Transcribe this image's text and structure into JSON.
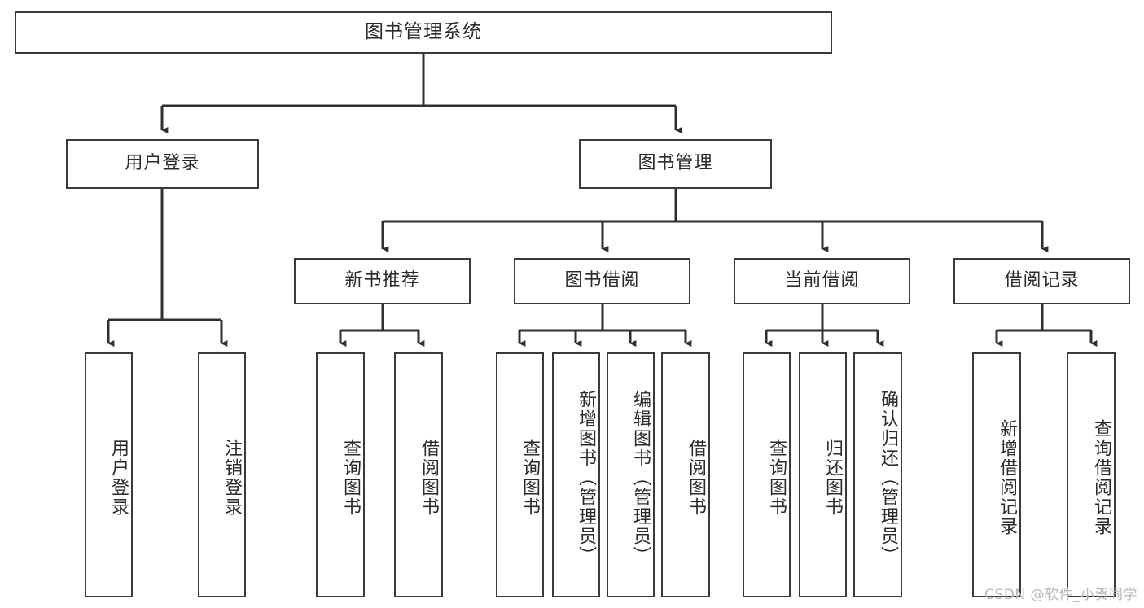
{
  "diagram": {
    "type": "tree-hierarchy",
    "title": "图书管理系统",
    "root": {
      "label": "图书管理系统"
    },
    "level2": [
      {
        "id": "user-login",
        "label": "用户登录"
      },
      {
        "id": "book-manage",
        "label": "图书管理"
      }
    ],
    "level3": [
      {
        "id": "new-book-recommend",
        "label": "新书推荐"
      },
      {
        "id": "book-borrow",
        "label": "图书借阅"
      },
      {
        "id": "current-borrow",
        "label": "当前借阅"
      },
      {
        "id": "borrow-record",
        "label": "借阅记录"
      }
    ],
    "leaves": {
      "user_login": [
        {
          "id": "leaf-user-login",
          "label": "用户登录"
        },
        {
          "id": "leaf-logout-login",
          "label": "注销登录"
        }
      ],
      "new_book_recommend": [
        {
          "id": "leaf-query-book-1",
          "label": "查询图书"
        },
        {
          "id": "leaf-borrow-book-1",
          "label": "借阅图书"
        }
      ],
      "book_borrow": [
        {
          "id": "leaf-query-book-2",
          "label": "查询图书"
        },
        {
          "id": "leaf-add-book",
          "label": "新增图书（管理员）"
        },
        {
          "id": "leaf-edit-book",
          "label": "编辑图书（管理员）"
        },
        {
          "id": "leaf-borrow-book-2",
          "label": "借阅图书"
        }
      ],
      "current_borrow": [
        {
          "id": "leaf-query-book-3",
          "label": "查询图书"
        },
        {
          "id": "leaf-return-book",
          "label": "归还图书"
        },
        {
          "id": "leaf-confirm-return",
          "label": "确认归还（管理员）"
        }
      ],
      "borrow_record": [
        {
          "id": "leaf-add-record",
          "label": "新增借阅记录"
        },
        {
          "id": "leaf-query-record",
          "label": "查询借阅记录"
        }
      ]
    },
    "colors": {
      "border": "#3a3a3a",
      "text": "#2b2b2b",
      "background": "#ffffff",
      "watermark": "#b9b9b9"
    }
  },
  "watermark": {
    "text": "CSDN @软件_小贺同学"
  }
}
